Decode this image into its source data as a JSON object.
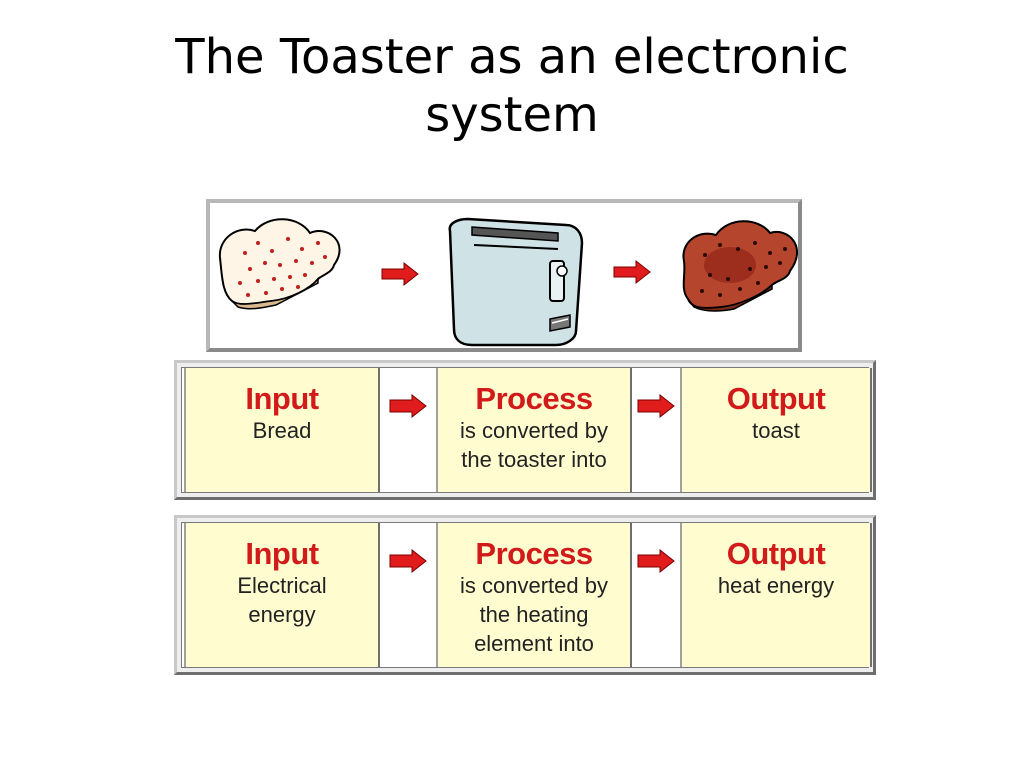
{
  "title": {
    "line1": "The Toaster as an electronic",
    "line2": "system"
  },
  "picture": {
    "items": [
      "bread-slice",
      "toaster",
      "toasted-bread"
    ],
    "colors": {
      "bread": "#fff4e0",
      "crust": "#d8b890",
      "toast": "#b5452c",
      "toaster": "#cfe2e6",
      "arrow": "#e11c1c"
    }
  },
  "rows": [
    {
      "input": {
        "heading": "Input",
        "text": "Bread"
      },
      "process": {
        "heading": "Process",
        "text": "is converted by\nthe toaster into"
      },
      "output": {
        "heading": "Output",
        "text": "toast"
      }
    },
    {
      "input": {
        "heading": "Input",
        "text": "Electrical\nenergy"
      },
      "process": {
        "heading": "Process",
        "text": "is converted by\nthe heating\nelement into"
      },
      "output": {
        "heading": "Output",
        "text": "heat energy"
      }
    }
  ],
  "colors": {
    "heading": "#d21a1a",
    "cell": "#fffcd0",
    "arrow": "#e11c1c"
  }
}
